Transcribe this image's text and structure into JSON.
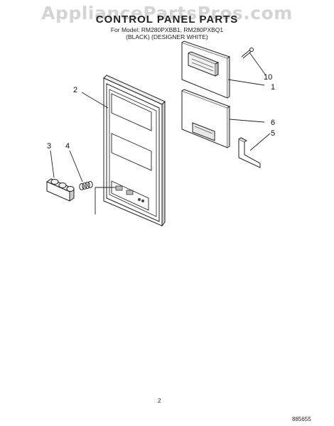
{
  "watermark": "AppliancePartsPros.com",
  "header": {
    "title": "CONTROL PANEL PARTS",
    "model_line": "For Model: RM280PXBB1, RM280PXBQ1",
    "color_line": "(BLACK)  (DESIGNER WHITE)"
  },
  "callouts": {
    "c10": "10",
    "c1": "1",
    "c2": "2",
    "c6": "6",
    "c5": "5",
    "c3": "3",
    "c4": "4"
  },
  "footer": {
    "page": "2",
    "doc": "885655"
  }
}
